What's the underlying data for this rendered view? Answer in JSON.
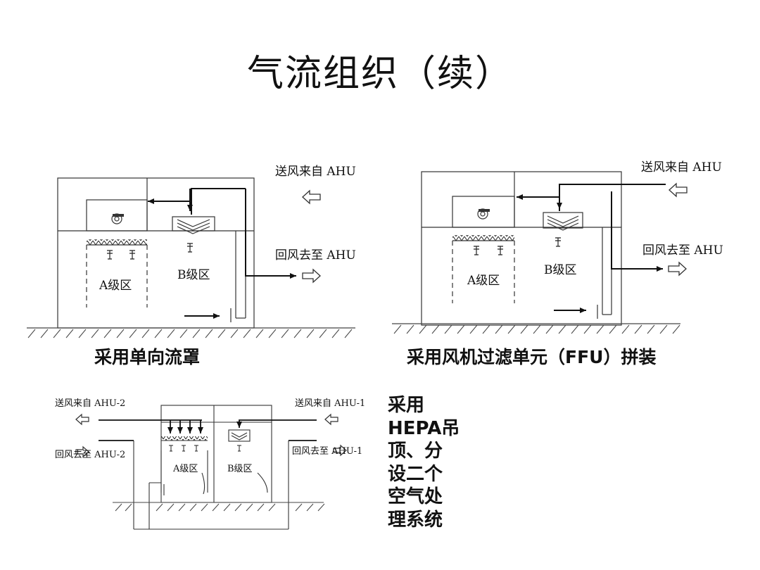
{
  "title": "气流组织（续）",
  "diagram1": {
    "supply_label": "送风来自 AHU",
    "return_label": "回风去至 AHU",
    "zone_a": "A级区",
    "zone_b": "B级区",
    "caption": "采用单向流罩"
  },
  "diagram2": {
    "supply_label": "送风来自 AHU",
    "return_label": "回风去至 AHU",
    "zone_a": "A级区",
    "zone_b": "B级区",
    "caption": "采用风机过滤单元（FFU）拼装"
  },
  "diagram3": {
    "supply_left": "送风来自 AHU-2",
    "return_left": "回风去至 AHU-2",
    "supply_right": "送风来自 AHU-1",
    "return_right": "回风去至 AHU-1",
    "zone_a": "A级区",
    "zone_b": "B级区"
  },
  "side_note_lines": [
    "采用",
    "HEPA吊",
    "顶、分",
    "设二个",
    "空气处",
    "理系统"
  ]
}
